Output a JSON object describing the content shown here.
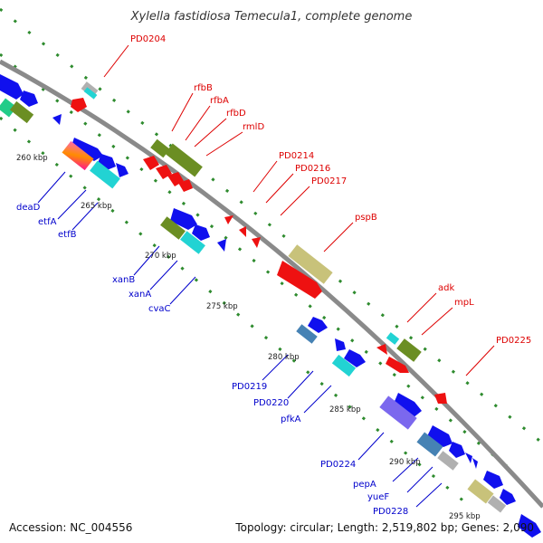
{
  "title": "Xylella fastidiosa Temecula1, complete genome",
  "footer": {
    "accession": "Accession: NC_004556",
    "topology": "Topology: circular; Length: 2,519,802 bp; Genes: 2,090"
  },
  "kbp_labels": [
    "260 kbp",
    "265 kbp",
    "270 kbp",
    "275 kbp",
    "280 kbp",
    "285 kbp",
    "290 kbp",
    "295 kbp"
  ],
  "forward_labels": [
    "PD0204",
    "rfbB",
    "rfbA",
    "rfbD",
    "rmlD",
    "PD0214",
    "PD0216",
    "PD0217",
    "pspB",
    "adk",
    "mpL",
    "PD0225"
  ],
  "reverse_labels": [
    "deaD",
    "etfA",
    "etfB",
    "xanB",
    "xanA",
    "cvaC",
    "PD0219",
    "PD0220",
    "pfkA",
    "PD0224",
    "pepA",
    "yueF",
    "PD0228"
  ],
  "colors": {
    "backbone": "#8a8a8a",
    "tick_dots": "#2e8b2e",
    "forward_label": "#dd0000",
    "reverse_label": "#0000cc",
    "gene_red": "#ee1111",
    "gene_blue": "#1010ee",
    "gene_olive": "#6b8e23",
    "gene_cyan": "#22d3d3",
    "gene_khaki": "#c8c27a",
    "gene_purple": "#7b68ee",
    "gene_steel": "#4682b4",
    "gene_gray": "#b0b0b0",
    "gene_pink": "#ff69b4",
    "gene_green": "#22cc88"
  }
}
